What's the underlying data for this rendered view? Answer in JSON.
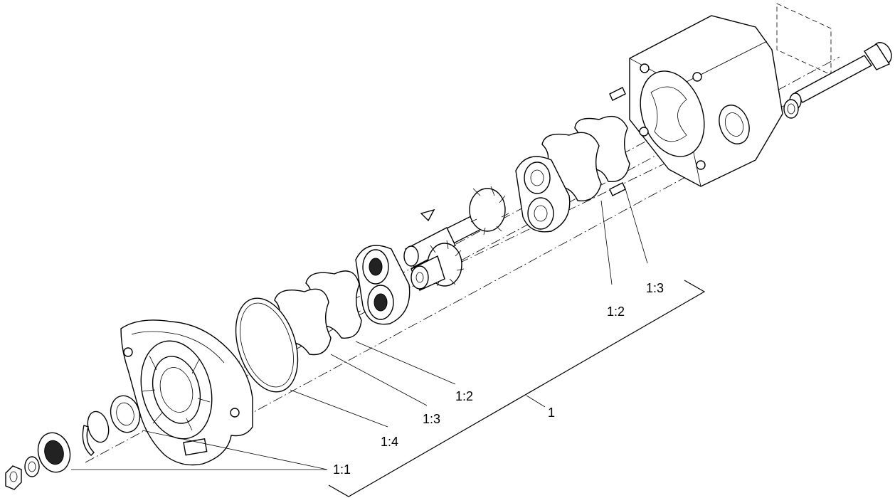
{
  "callouts": {
    "assembly": "1",
    "seal_kit": "1:1",
    "gasket_front": "1:2",
    "gasket_rear": "1:2",
    "backup_front": "1:3",
    "backup_rear": "1:3",
    "o_ring": "1:4"
  }
}
